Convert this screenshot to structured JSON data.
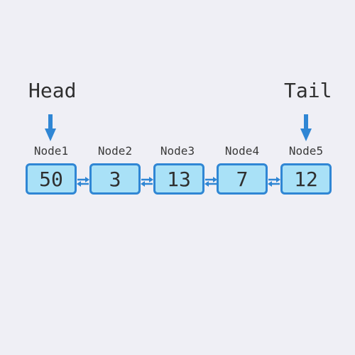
{
  "head": {
    "label": "Head"
  },
  "tail": {
    "label": "Tail"
  },
  "nodes": [
    {
      "name": "Node1",
      "value": "50"
    },
    {
      "name": "Node2",
      "value": "3"
    },
    {
      "name": "Node3",
      "value": "13"
    },
    {
      "name": "Node4",
      "value": "7"
    },
    {
      "name": "Node5",
      "value": "12"
    }
  ],
  "colors": {
    "background": "#efeff5",
    "node_fill": "#a9e1f7",
    "node_border": "#2f86d4",
    "arrow": "#2f86d4",
    "text": "#2f2f2f"
  }
}
